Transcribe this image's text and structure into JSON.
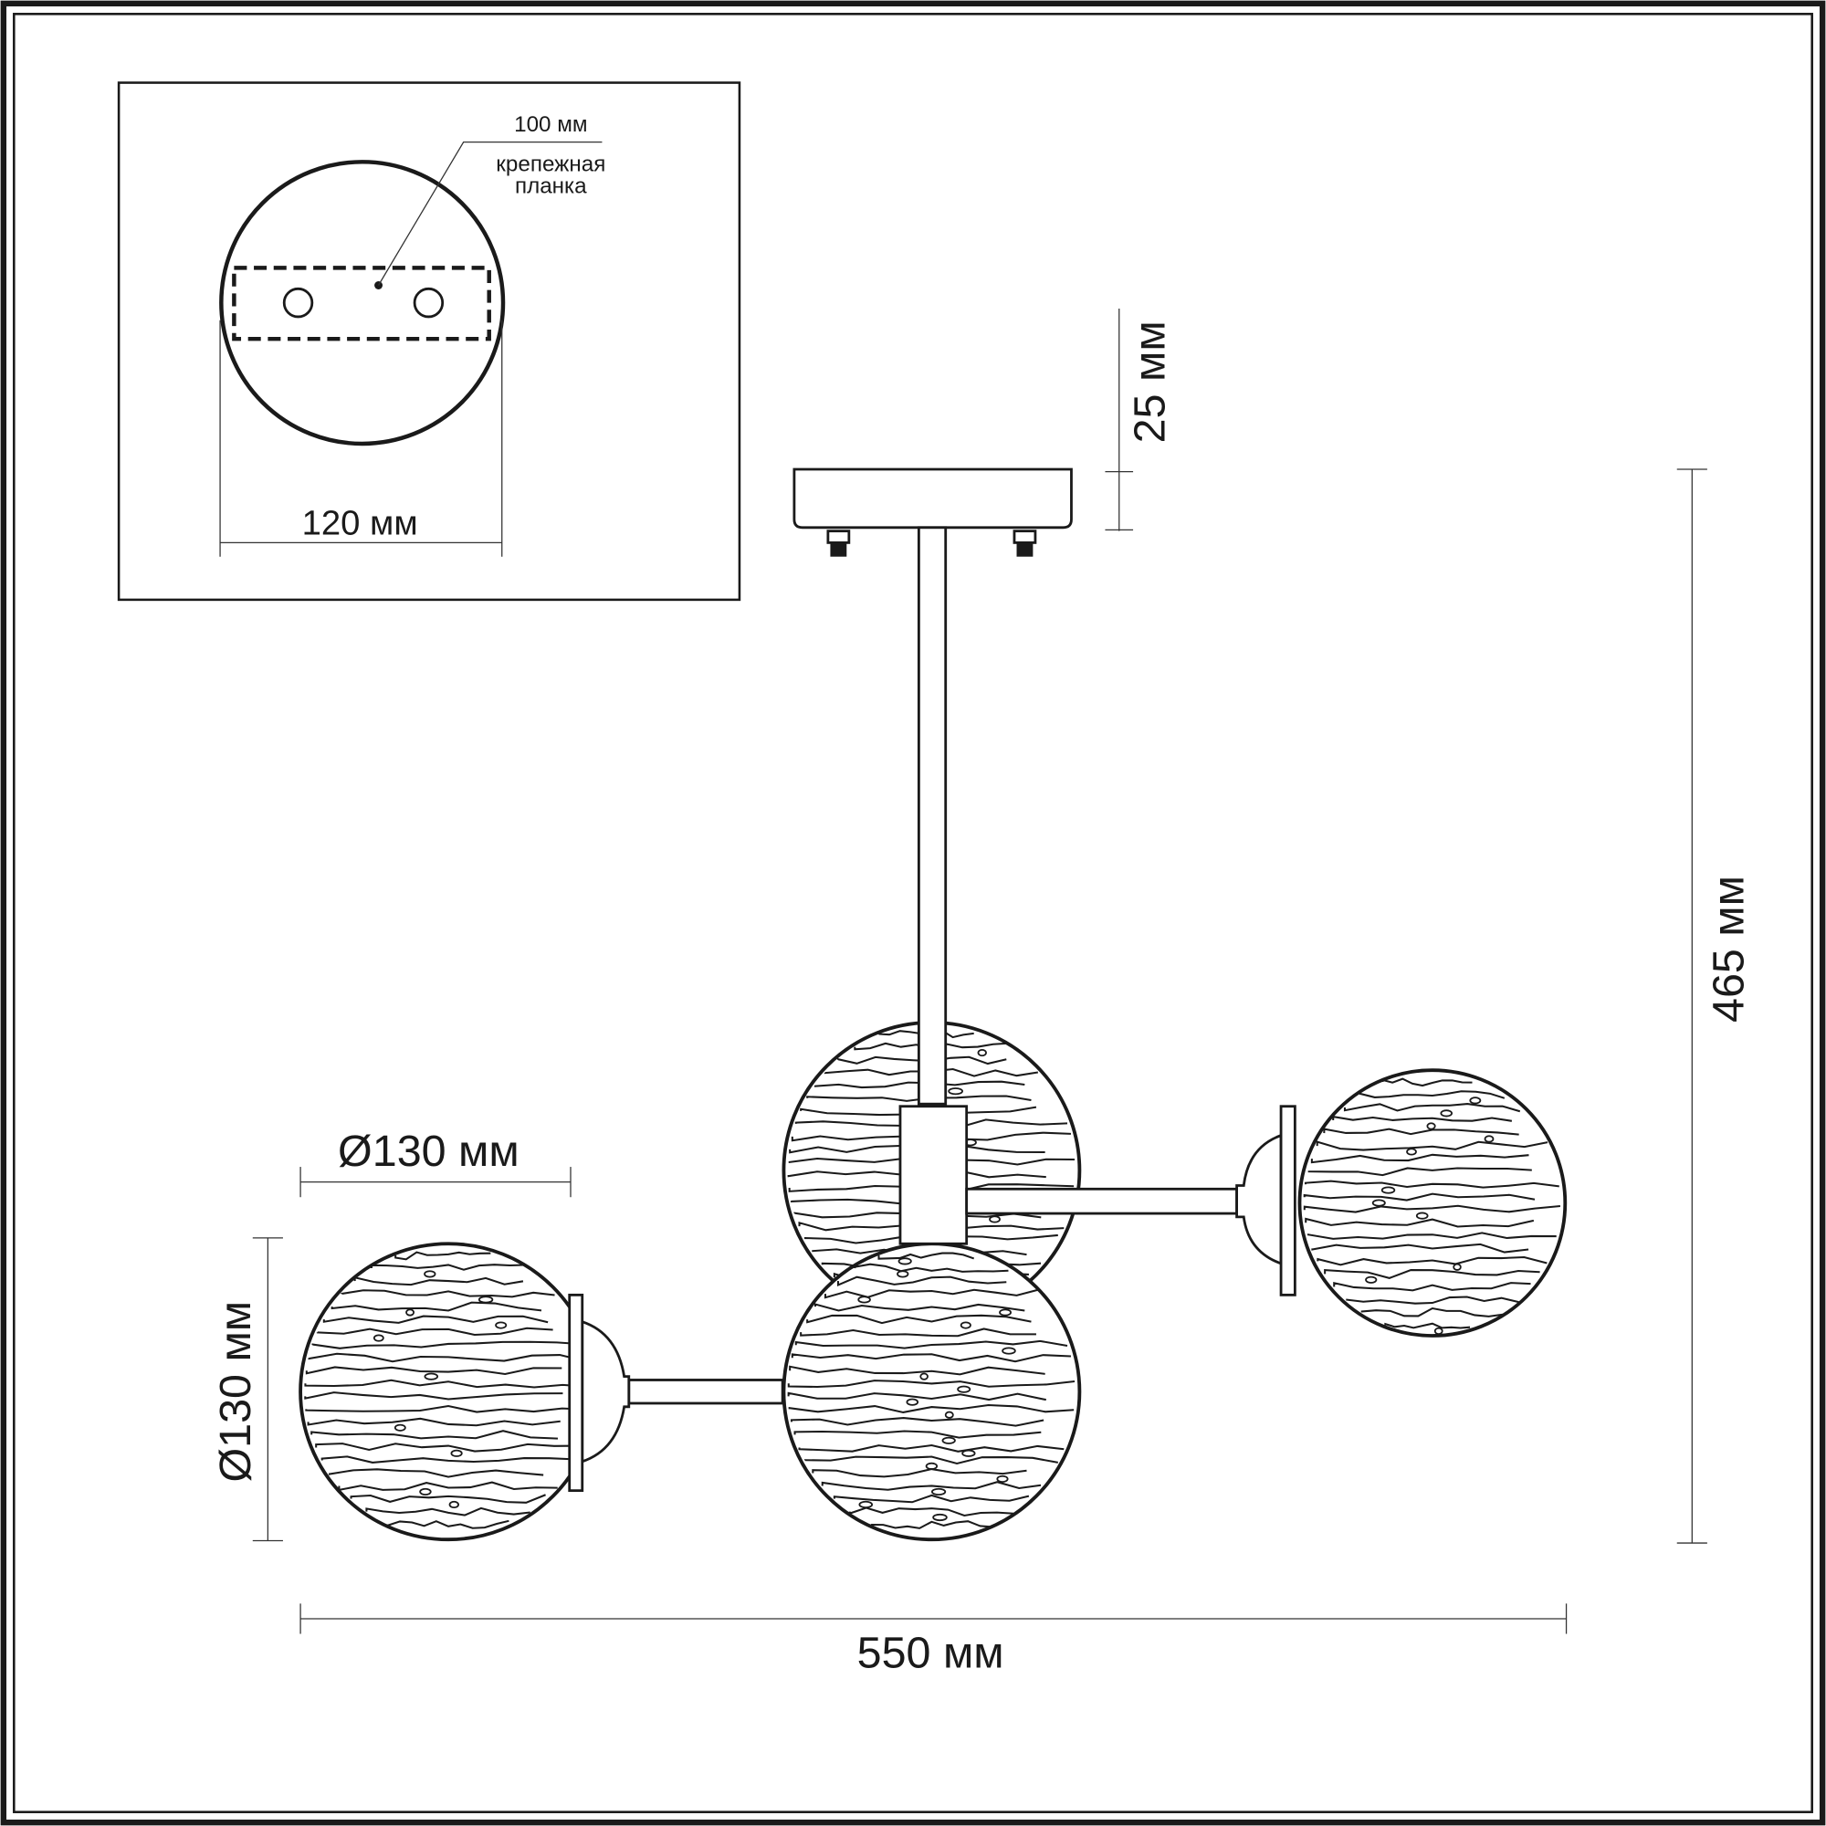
{
  "inset": {
    "plate_label_size": "100 мм",
    "plate_label_line1": "крепежная",
    "plate_label_line2": "планка",
    "canopy_diameter": "120 мм"
  },
  "dimensions": {
    "canopy_height": "25 мм",
    "total_height": "465 мм",
    "total_width": "550 мм",
    "shade_diameter_horizontal": "Ø130 мм",
    "shade_diameter_vertical": "Ø130 мм"
  },
  "colors": {
    "line": "#1a1a1a",
    "background": "#ffffff"
  }
}
